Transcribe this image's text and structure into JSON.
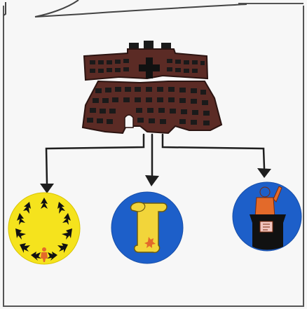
{
  "colors": {
    "paper": "#f7f7f7",
    "frame": "#555555",
    "building": "#5b2b25",
    "building_dark": "#2b1411",
    "window": "#1a1a1a",
    "arrow": "#1e1e1e",
    "circle_blue": "#1d5fc9",
    "circle_yellow": "#f5e31d",
    "scroll": "#f2d53a",
    "figure_orange": "#e36a2a",
    "podium": "#111111"
  },
  "nodes": [
    {
      "id": "parliament",
      "icon": "parliament-building-icon"
    },
    {
      "id": "people",
      "icon": "people-circle-icon"
    },
    {
      "id": "scroll",
      "icon": "constitution-scroll-icon"
    },
    {
      "id": "speaker",
      "icon": "speaker-podium-icon"
    }
  ],
  "edges": [
    {
      "from": "parliament",
      "to": "people"
    },
    {
      "from": "parliament",
      "to": "scroll"
    },
    {
      "from": "parliament",
      "to": "speaker"
    }
  ]
}
